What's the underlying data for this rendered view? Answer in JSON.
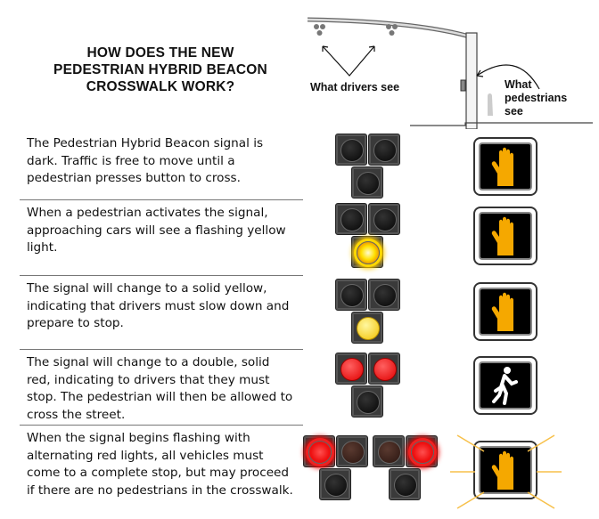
{
  "title": "HOW DOES THE NEW PEDESTRIAN HYBRID BEACON CROSSWALK WORK?",
  "title_lines": [
    "HOW DOES THE NEW",
    "PEDESTRIAN HYBRID BEACON",
    "CROSSWALK WORK?"
  ],
  "diagram": {
    "drivers_label": "What drivers see",
    "pedestrians_label_lines": [
      "What",
      "pedestrians",
      "see"
    ]
  },
  "colors": {
    "hand": "#f5a800",
    "red": "#e00000",
    "yellow": "#f2c200"
  },
  "steps": [
    {
      "text": "The Pedestrian Hybrid Beacon signal is dark.  Traffic is free to move until a pedestrian presses button to cross.",
      "heads": [
        [
          "dark",
          "dark",
          "dark"
        ]
      ],
      "ped": "hand"
    },
    {
      "text": "When a pedestrian activates the signal, approaching cars will see a flashing yellow light.",
      "heads": [
        [
          "dark",
          "dark",
          "flash-y"
        ]
      ],
      "ped": "hand"
    },
    {
      "text": "The signal will change to a solid yellow, indicating that drivers must slow down and prepare to stop.",
      "heads": [
        [
          "dark",
          "dark",
          "yellow"
        ]
      ],
      "ped": "hand"
    },
    {
      "text": "The signal will change to a double, solid red, indicating to drivers that they must stop.  The pedestrian will then be allowed to cross the street.",
      "heads": [
        [
          "red",
          "red",
          "dark"
        ]
      ],
      "ped": "walk"
    },
    {
      "text": "When the signal begins flashing with alternating red lights, all vehicles must come to a complete stop, but may proceed if there are no pedestrians in the crosswalk.",
      "heads": [
        [
          "flash-r",
          "brown",
          "dark"
        ],
        [
          "brown",
          "flash-r",
          "dark"
        ]
      ],
      "ped": "hand-flashing"
    }
  ]
}
